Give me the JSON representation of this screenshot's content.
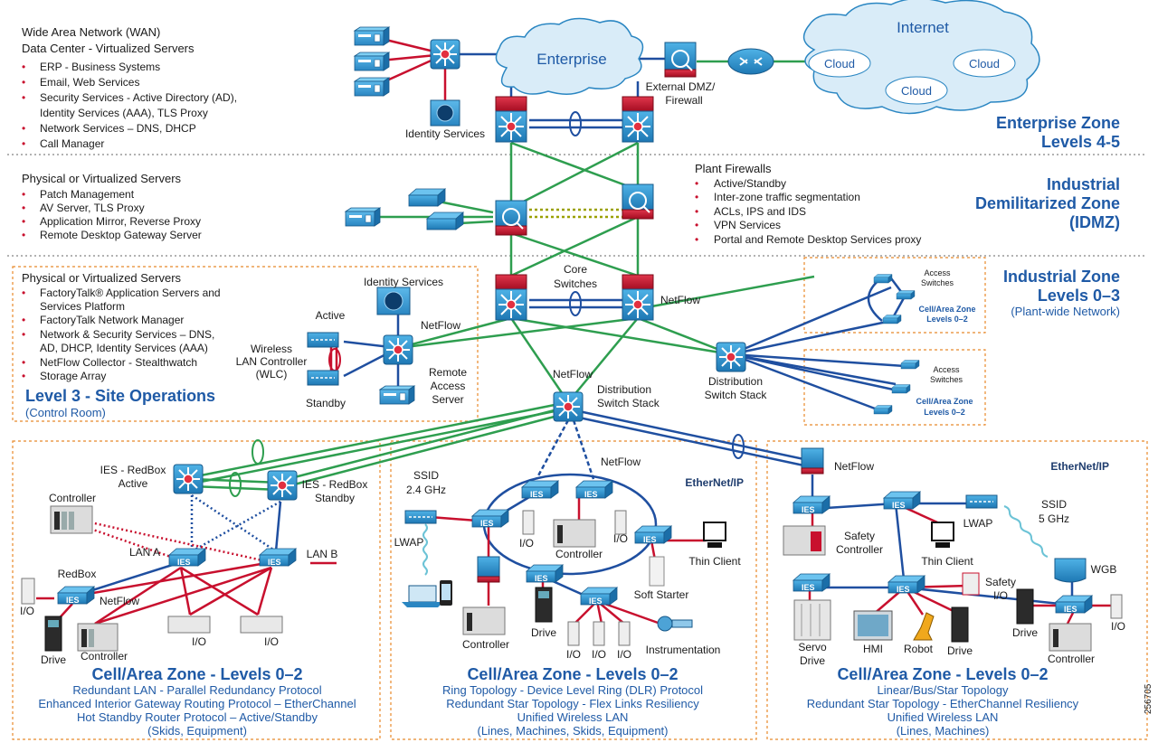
{
  "enterprise_zone": {
    "heading1": "Wide Area Network (WAN)",
    "heading2": "Data Center - Virtualized Servers",
    "items": [
      "ERP - Business Systems",
      "Email, Web Services",
      "Security Services - Active Directory (AD),",
      "Identity Services (AAA), TLS Proxy",
      "Network Services – DNS, DHCP",
      "Call Manager"
    ],
    "title": "Enterprise Zone",
    "subtitle": "Levels 4-5",
    "enterprise_cloud": "Enterprise",
    "internet": "Internet",
    "cloud1": "Cloud",
    "cloud2": "Cloud",
    "cloud3": "Cloud",
    "dmz_label1": "External DMZ/",
    "dmz_label2": "Firewall",
    "identity_services": "Identity Services"
  },
  "idmz": {
    "heading": "Physical or Virtualized Servers",
    "items": [
      "Patch Management",
      "AV Server, TLS Proxy",
      "Application Mirror, Reverse Proxy",
      "Remote Desktop Gateway Server"
    ],
    "fw_heading": "Plant Firewalls",
    "fw_items": [
      "Active/Standby",
      "Inter-zone traffic segmentation",
      "ACLs, IPS and IDS",
      "VPN Services",
      "Portal and Remote Desktop Services proxy"
    ],
    "title1": "Industrial",
    "title2": "Demilitarized Zone",
    "title3": "(IDMZ)"
  },
  "industrial_zone": {
    "title": "Industrial Zone",
    "subtitle": "Levels 0–3",
    "subnote": "(Plant-wide Network)",
    "core1": "Core",
    "core2": "Switches",
    "netflow": "NetFlow",
    "dist_netflow": "NetFlow",
    "dist1": "Distribution",
    "dist2": "Switch Stack",
    "dist_r1": "Distribution",
    "dist_r2": "Switch Stack",
    "access1a": "Access",
    "access1b": "Switches",
    "cellarea1a": "Cell/Area Zone",
    "cellarea1b": "Levels 0–2",
    "access2a": "Access",
    "access2b": "Switches",
    "cellarea2a": "Cell/Area Zone",
    "cellarea2b": "Levels 0–2"
  },
  "level3": {
    "heading": "Physical or Virtualized Servers",
    "items": [
      "FactoryTalk® Application Servers and",
      "Services Platform",
      "FactoryTalk Network Manager",
      "Network & Security Services – DNS,",
      "AD, DHCP, Identity Services (AAA)",
      "NetFlow Collector - Stealthwatch",
      "Storage Array"
    ],
    "title": "Level 3 - Site Operations",
    "subtitle": "(Control Room)",
    "identity": "Identity Services",
    "active": "Active",
    "standby": "Standby",
    "wlc1": "Wireless",
    "wlc2": "LAN Controller",
    "wlc3": "(WLC)",
    "netflow": "NetFlow",
    "remote1": "Remote",
    "remote2": "Access",
    "remote3": "Server"
  },
  "cell1": {
    "redbox_active1": "IES - RedBox",
    "redbox_active2": "Active",
    "redbox_standby1": "IES - RedBox",
    "redbox_standby2": "Standby",
    "controller_top": "Controller",
    "lan_a": "LAN A",
    "lan_b": "LAN B",
    "redbox": "RedBox",
    "netflow": "NetFlow",
    "io_left": "I/O",
    "drive": "Drive",
    "controller": "Controller",
    "io1": "I/O",
    "io2": "I/O",
    "ies": "IES",
    "title": "Cell/Area Zone - Levels 0–2",
    "lines": [
      "Redundant LAN - Parallel Redundancy Protocol",
      "Enhanced Interior Gateway Routing Protocol  – EtherChannel",
      "Hot Standby Router Protocol – Active/Standby",
      "(Skids, Equipment)"
    ]
  },
  "cell2": {
    "ssid1": "SSID",
    "ssid2": "2.4 GHz",
    "netflow": "NetFlow",
    "ethernetip": "EtherNet/IP",
    "lwap": "LWAP",
    "io1": "I/O",
    "controller_mid": "Controller",
    "io2": "I/O",
    "thin_client": "Thin Client",
    "soft_starter": "Soft Starter",
    "controller": "Controller",
    "drive": "Drive",
    "io3": "I/O",
    "io4": "I/O",
    "io5": "I/O",
    "instrumentation": "Instrumentation",
    "ies": "IES",
    "title": "Cell/Area Zone - Levels 0–2",
    "lines": [
      "Ring Topology - Device Level Ring (DLR) Protocol",
      "Redundant Star Topology - Flex Links Resiliency",
      "Unified Wireless LAN",
      "(Lines, Machines, Skids, Equipment)"
    ]
  },
  "cell3": {
    "netflow": "NetFlow",
    "ethernetip": "EtherNet/IP",
    "ssid1": "SSID",
    "ssid2": "5 GHz",
    "lwap": "LWAP",
    "safety_controller1": "Safety",
    "safety_controller2": "Controller",
    "thin_client": "Thin Client",
    "wgb": "WGB",
    "safety_io1": "Safety",
    "safety_io2": "I/O",
    "servo1": "Servo",
    "servo2": "Drive",
    "hmi": "HMI",
    "robot": "Robot",
    "drive": "Drive",
    "drive2": "Drive",
    "controller": "Controller",
    "io": "I/O",
    "ies": "IES",
    "title": "Cell/Area Zone - Levels 0–2",
    "lines": [
      "Linear/Bus/Star Topology",
      "Redundant Star Topology - EtherChannel Resiliency",
      "Unified Wireless LAN",
      "(Lines, Machines)"
    ]
  },
  "figure_id": "256705",
  "colors": {
    "zone_blue": "#1f5aa6",
    "switch_blue": "#2a8bc9",
    "firewall_red": "#c8102e",
    "link_green": "#2e9e4f",
    "link_blue": "#1f4fa0",
    "orange_border": "#e8892a"
  }
}
